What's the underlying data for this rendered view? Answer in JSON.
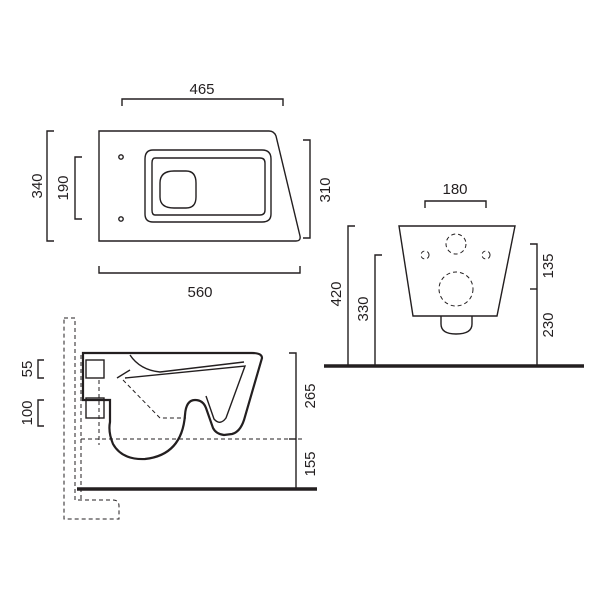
{
  "top_view": {
    "dims": {
      "bowl_length": "465",
      "total_length": "560",
      "width_back": "340",
      "bolt_spacing": "190",
      "width_front": "310"
    }
  },
  "front_view": {
    "dims": {
      "hole_spacing": "180",
      "fixing_height": "420",
      "outlet_height": "330",
      "top_to_upper_hole": "135",
      "lower_hole_height": "230"
    }
  },
  "side_view": {
    "dims": {
      "inlet_offset": "55",
      "outlet_diameter": "100",
      "bowl_height": "265",
      "outlet_to_floor": "155"
    }
  }
}
